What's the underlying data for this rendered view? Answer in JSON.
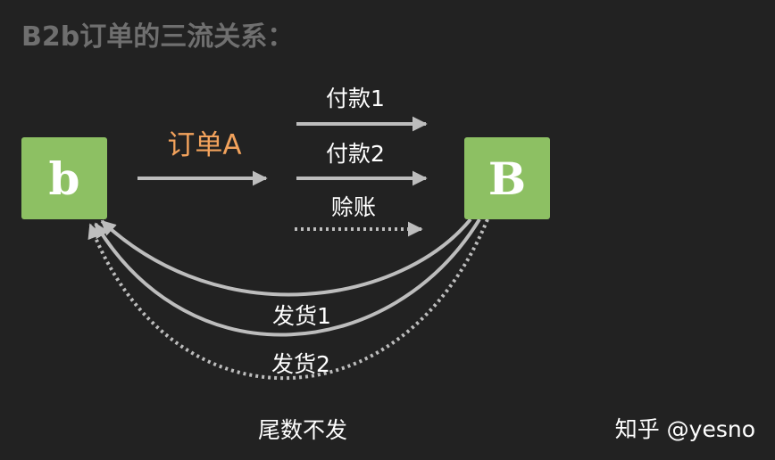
{
  "title": "B2b订单的三流关系：",
  "nodes": {
    "small_b": "b",
    "big_b": "B"
  },
  "labels": {
    "order": "订单A",
    "payment1": "付款1",
    "payment2": "付款2",
    "credit": "赊账",
    "shipment1": "发货1",
    "shipment2": "发货2",
    "remainder": "尾数不发"
  },
  "watermark": "知乎 @yesno",
  "colors": {
    "background": "#222222",
    "node_fill": "#8dc063",
    "arrow": "#bdbdbd",
    "accent_orange": "#f2a25c",
    "title_gray": "#6f6f6f"
  }
}
